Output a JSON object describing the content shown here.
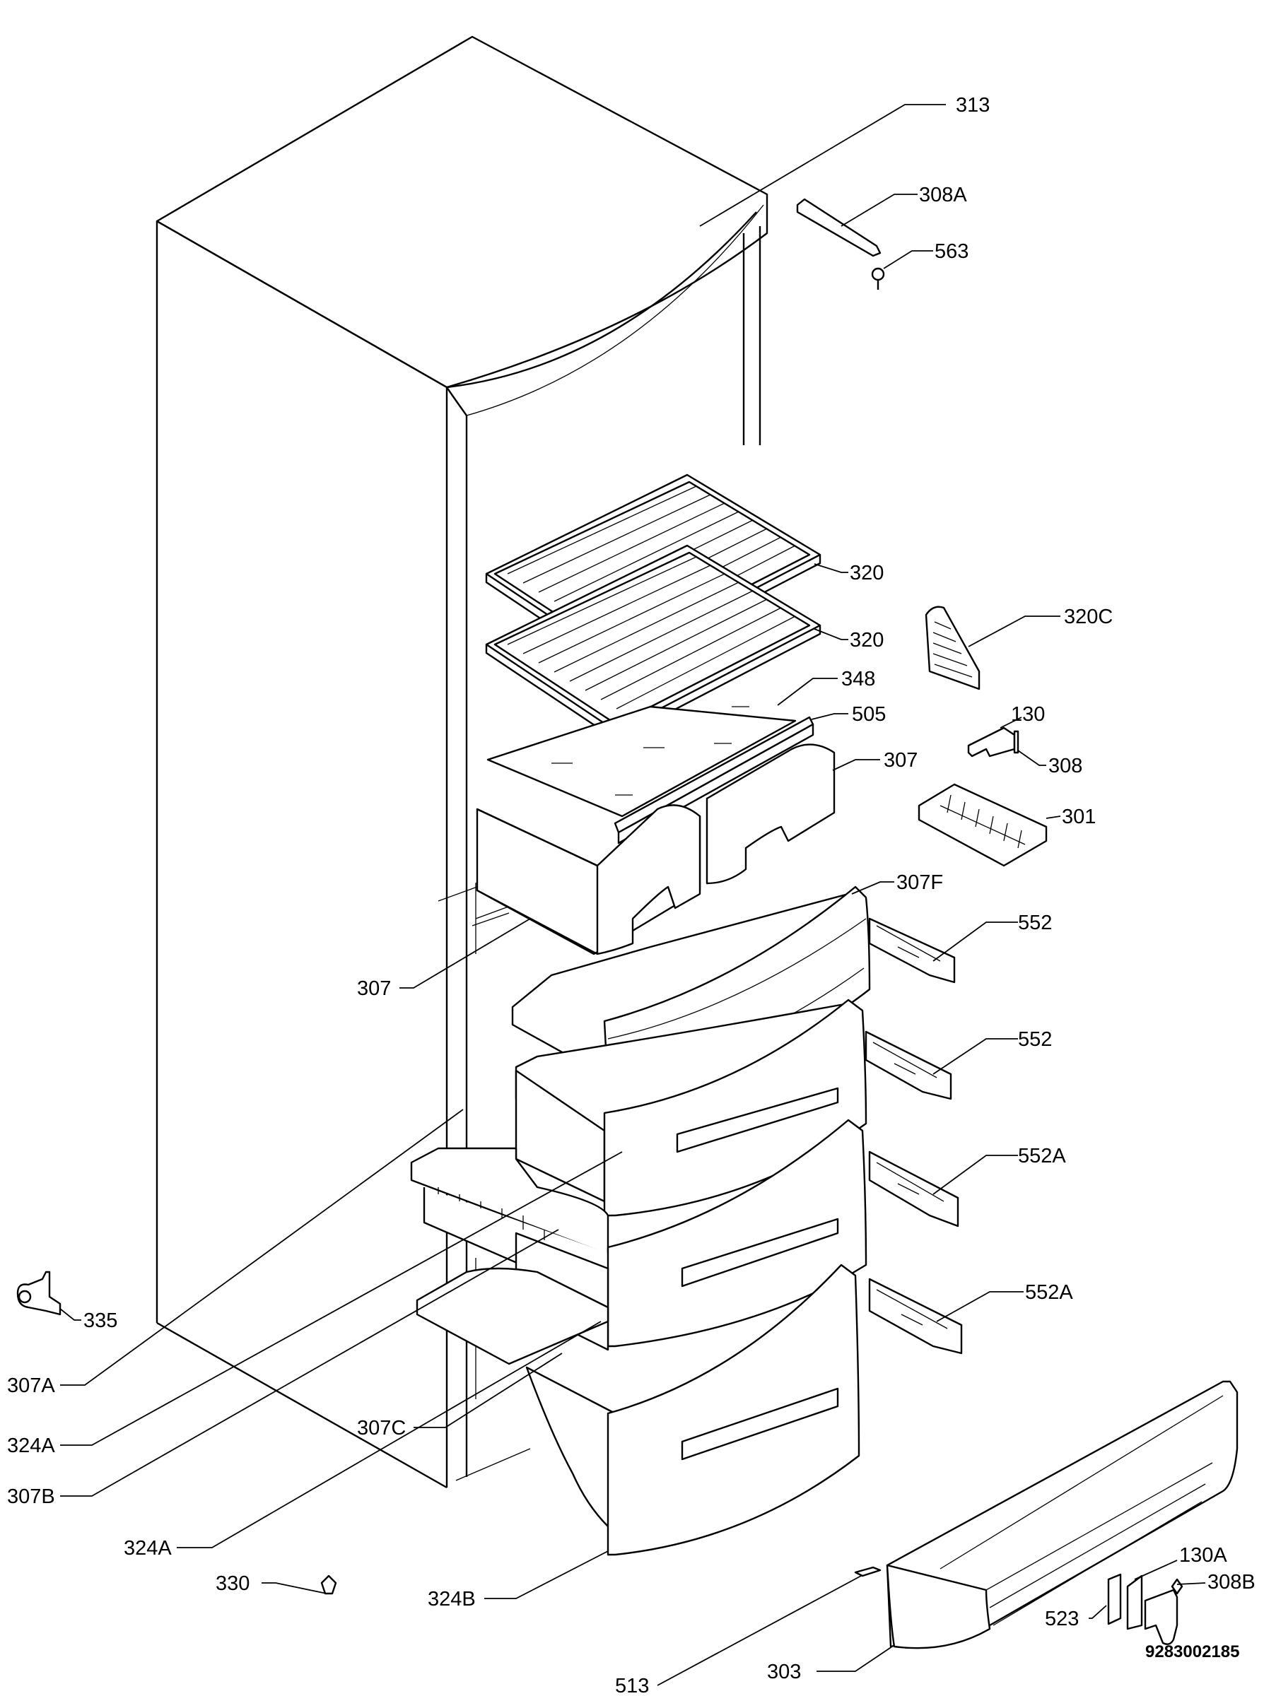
{
  "labels": {
    "l313": "313",
    "l308a": "308A",
    "l563": "563",
    "l320_top": "320",
    "l320_bottom": "320",
    "l320c": "320C",
    "l348": "348",
    "l505": "505",
    "l307_right": "307",
    "l130": "130",
    "l308": "308",
    "l301": "301",
    "l307f": "307F",
    "l552_1": "552",
    "l552_2": "552",
    "l552a_1": "552A",
    "l552a_2": "552A",
    "l307_left": "307",
    "l335": "335",
    "l307a": "307A",
    "l324a_1": "324A",
    "l307b": "307B",
    "l307c": "307C",
    "l324a_2": "324A",
    "l330": "330",
    "l324b": "324B",
    "l130a": "130A",
    "l308b": "308B",
    "l523": "523",
    "l513": "513",
    "l303": "303"
  },
  "drawing_number": "9283002185"
}
